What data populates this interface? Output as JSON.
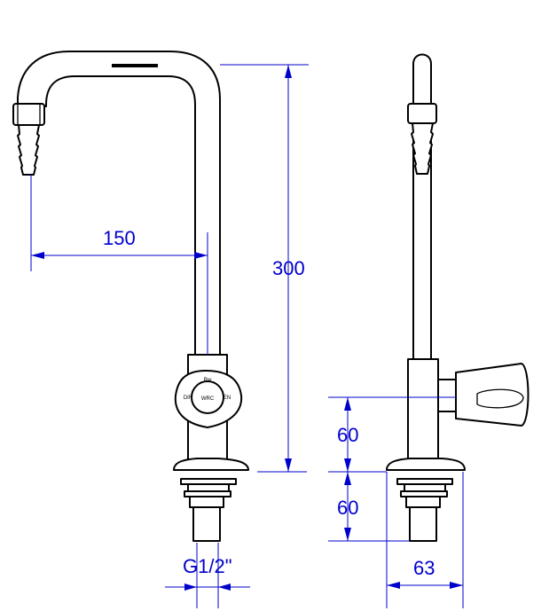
{
  "dimensions": {
    "spout_reach": "150",
    "overall_height": "300",
    "handle_height": "60",
    "shank_length": "60",
    "thread_size": "G1/2\"",
    "base_diameter": "63"
  },
  "handle_marks": {
    "brand": "WRC",
    "left": "DIN",
    "right": "EN",
    "top": "Rw"
  },
  "colors": {
    "dimension": "#0000cc",
    "outline": "#000000"
  }
}
